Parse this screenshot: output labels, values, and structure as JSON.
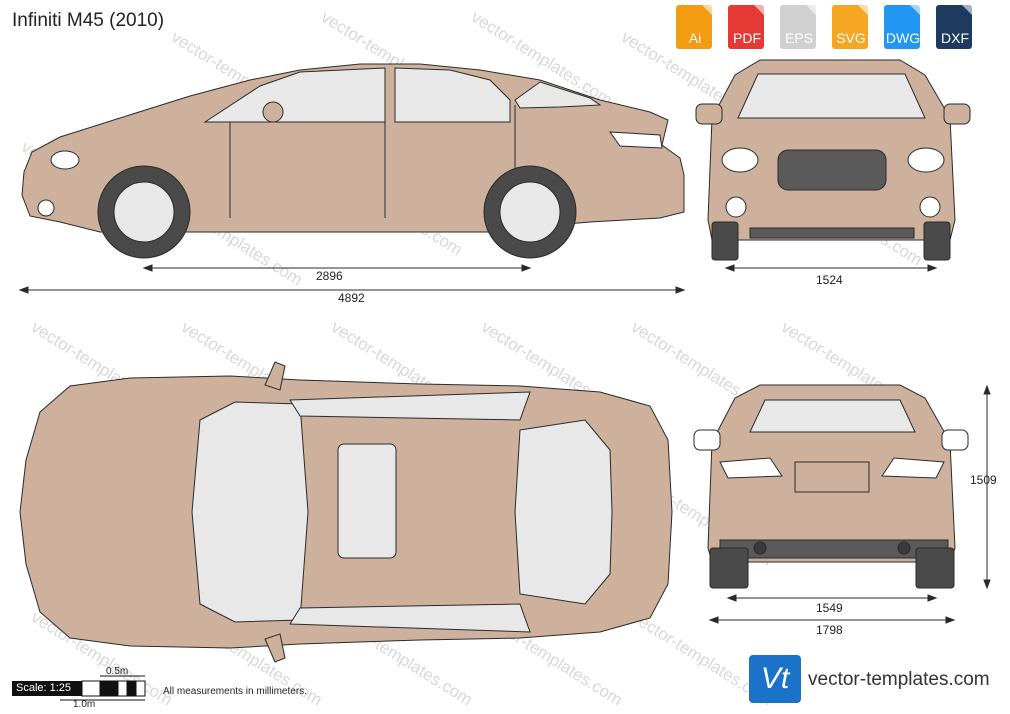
{
  "title": "Infiniti M45 (2010)",
  "formats": [
    {
      "label": "Ai",
      "color": "#f39c12"
    },
    {
      "label": "PDF",
      "color": "#e53935"
    },
    {
      "label": "EPS",
      "color": "#d0d0d0"
    },
    {
      "label": "SVG",
      "color": "#f5a623"
    },
    {
      "label": "DWG",
      "color": "#2196f3"
    },
    {
      "label": "DXF",
      "color": "#1e3a5f"
    }
  ],
  "dimensions": {
    "wheelbase": "2896",
    "length": "4892",
    "front_track": "1524",
    "rear_track": "1549",
    "width": "1798",
    "height": "1509"
  },
  "scale": {
    "label": "Scale: 1:25",
    "half_meter": "0.5m",
    "one_meter": "1.0m"
  },
  "note": "All measurements in millimeters.",
  "watermark": "vector-templates.com",
  "brand": {
    "logo": "Vt",
    "text": "vector-templates.com"
  },
  "colors": {
    "body": "#cdb19c",
    "glass": "#e8e8e8",
    "tire": "#4a4a4a",
    "outline": "#2a2a2a"
  }
}
